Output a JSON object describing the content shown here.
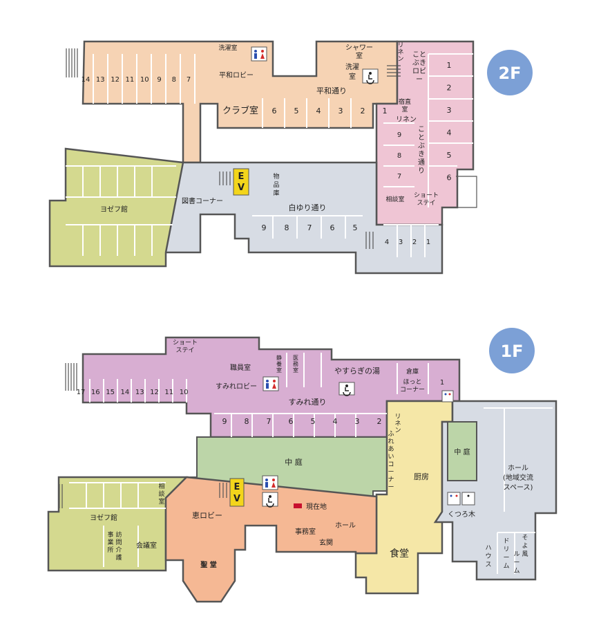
{
  "colors": {
    "peach": "#f6d3b4",
    "pink": "#efc5d4",
    "grey": "#d7dce4",
    "olive": "#d4d98f",
    "mauve": "#d8aed2",
    "green": "#bcd5a8",
    "yellow": "#f5e7a7",
    "salmon": "#f5b894",
    "ev": "#f3d51b",
    "badge": "#7ca0d6",
    "toilet_male": "#2a4fb0",
    "toilet_female": "#d42c2c",
    "marker": "#c8102e"
  },
  "f2": {
    "badge": "2F",
    "sentaku_top": "洗濯室",
    "heiwa_lobby": "平和ロビー",
    "shower": [
      "シャワー",
      "室"
    ],
    "sentaku_right": [
      "洗濯",
      "室"
    ],
    "linen_top": [
      "リ",
      "ネ",
      "ン"
    ],
    "kotobuki_lobby": [
      "こと",
      "ぶき",
      "ロビ",
      "ー"
    ],
    "heiwa_dori": "平和通り",
    "club": "クラブ室",
    "shukuchoku": [
      "宿直",
      "室"
    ],
    "linen_mid": "リネン",
    "kotobuki_dori": [
      "こ",
      "と",
      "ぶ",
      "き",
      "通",
      "り"
    ],
    "soudan": "相談室",
    "short_stay": [
      "ショート",
      "ステイ"
    ],
    "ev": [
      "E",
      "V"
    ],
    "butsuhin": [
      "物",
      "品",
      "庫"
    ],
    "tosho": "図書コーナー",
    "yozefu": "ヨゼフ館",
    "shirayuri": "白ゆり通り",
    "rooms_top": [
      "14",
      "13",
      "12",
      "11",
      "10",
      "9",
      "8",
      "7"
    ],
    "rooms_mid": [
      "6",
      "5",
      "4",
      "3",
      "2",
      "1"
    ],
    "rooms_right_outer": [
      "1",
      "2",
      "3",
      "4",
      "5",
      "6"
    ],
    "rooms_right_inner": [
      "9",
      "8",
      "7"
    ],
    "rooms_bottom": [
      "9",
      "8",
      "7",
      "6",
      "5"
    ],
    "rooms_bottom_right": [
      "4",
      "3",
      "2",
      "1"
    ]
  },
  "f1": {
    "badge": "1F",
    "short_stay": [
      "ショート",
      "ステイ"
    ],
    "shokuin": "職員室",
    "seiyou": [
      "静",
      "養",
      "室"
    ],
    "iryou": [
      "医",
      "務",
      "室"
    ],
    "yasuragi": "やすらぎの湯",
    "souko": "倉庫",
    "hotto": [
      "ほっと",
      "コーナー"
    ],
    "sumire_lobby": "すみれロビー",
    "sumire_dori": "すみれ通り",
    "rooms_top": [
      "17",
      "16",
      "15",
      "14",
      "13",
      "12",
      "11",
      "10"
    ],
    "room_right": "1",
    "rooms_mid": [
      "9",
      "8",
      "7",
      "6",
      "5",
      "4",
      "3",
      "2"
    ],
    "linen": [
      "リ",
      "ネ",
      "ン"
    ],
    "fureai": [
      "ふ",
      "れ",
      "あ",
      "い",
      "コ",
      "ー",
      "ナ",
      "ー"
    ],
    "nakaniwa": "中 庭",
    "nakaniwa_right": "中 庭",
    "chubou": "厨房",
    "hall_right": [
      "ホール",
      "(地域交流",
      "スペース)"
    ],
    "soudan": [
      "相",
      "談",
      "室"
    ],
    "ev": [
      "E",
      "V"
    ],
    "genzaichi": "現在地",
    "yozefu": "ヨゼフ館",
    "megumi_lobby": "恵ロビー",
    "houmon": [
      "事",
      "業",
      "所"
    ],
    "houmon2": [
      "訪",
      "問",
      "介",
      "護"
    ],
    "kaigi": "会議室",
    "jimu": "事務室",
    "hall": "ホール",
    "genkan": "玄関",
    "seidou": "聖 堂",
    "shokudou": "食堂",
    "kutsurogi": "くつろ木",
    "dream": [
      "ド",
      "リ",
      "ー",
      "ム",
      "ハ",
      "ウ",
      "ス"
    ],
    "yokaze": [
      "そ",
      "よ",
      "風",
      "ル",
      "ー",
      "ム"
    ]
  }
}
